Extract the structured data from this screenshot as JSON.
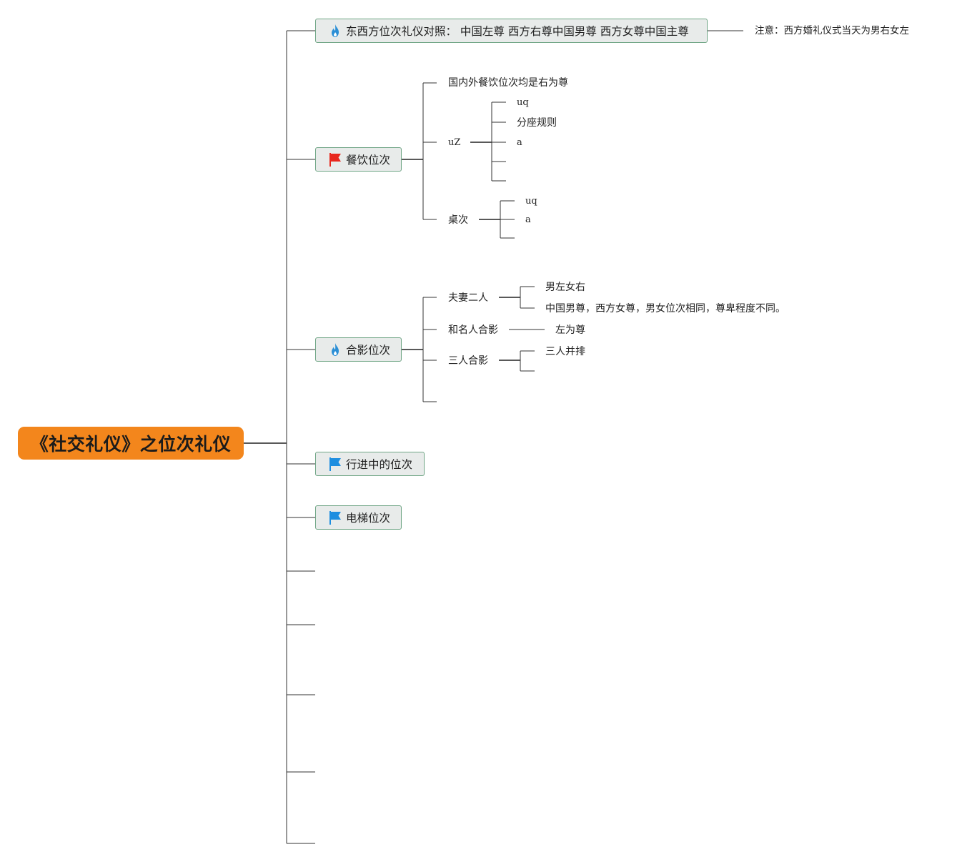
{
  "root": {
    "label": "《社交礼仪》之位次礼仪"
  },
  "topics": {
    "east_west": {
      "label": "东西方位次礼仪对照： 中国左尊 西方右尊中国男尊 西方女尊中国主尊",
      "icon": "fire-icon",
      "icon_color": "#2b8fd6"
    },
    "dining": {
      "label": "餐饮位次",
      "icon": "flag-icon",
      "icon_color": "#e8281e"
    },
    "photo": {
      "label": "合影位次",
      "icon": "fire-icon",
      "icon_color": "#2b8fd6"
    },
    "walking": {
      "label": "行进中的位次",
      "icon": "flag-icon",
      "icon_color": "#1e8ee0"
    },
    "elevator": {
      "label": "电梯位次",
      "icon": "flag-icon",
      "icon_color": "#1e8ee0"
    }
  },
  "east_west_note": "注意：西方婚礼仪式当天为男右女左",
  "dining": {
    "rule": "国内外餐饮位次均是右为尊",
    "uz": {
      "label": "uZ",
      "children": [
        "uq",
        "分座规则",
        "a",
        "",
        ""
      ]
    },
    "table": {
      "label": "桌次",
      "children": [
        "uq",
        "a",
        ""
      ]
    }
  },
  "photo": {
    "couple": {
      "label": "夫妻二人",
      "children": [
        "男左女右",
        "中国男尊，西方女尊，男女位次相同，尊卑程度不同。"
      ]
    },
    "celebrity": {
      "label": "和名人合影",
      "child": "左为尊"
    },
    "three": {
      "label": "三人合影",
      "children": [
        "三人并排",
        ""
      ]
    }
  },
  "colors": {
    "root_fill": "#f3861c",
    "topic_fill": "#e8ebea",
    "topic_border": "#6fa585"
  }
}
